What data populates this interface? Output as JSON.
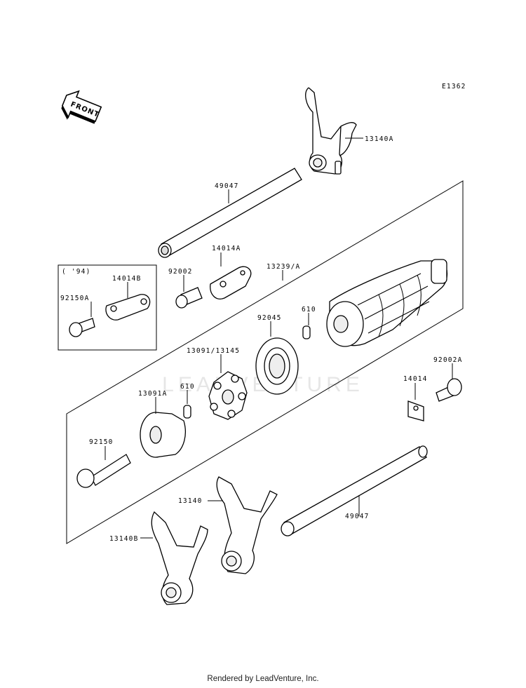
{
  "diagram_code": "E1362",
  "front_label": "FRONT",
  "watermark": "LEADVENTURE",
  "footer": "Rendered by LeadVenture, Inc.",
  "inset_label": "( '94)",
  "labels": {
    "p13140A": "13140A",
    "p49047_top": "49047",
    "p14014A": "14014A",
    "p13239A": "13239/A",
    "p92002": "92002",
    "p14014B": "14014B",
    "p92150A": "92150A",
    "p610_right": "610",
    "p92045": "92045",
    "p13091_13145": "13091/13145",
    "p610_left": "610",
    "p13091A": "13091A",
    "p14014": "14014",
    "p92002A": "92002A",
    "p92150": "92150",
    "p13140": "13140",
    "p49047_bottom": "49047",
    "p13140B": "13140B"
  }
}
